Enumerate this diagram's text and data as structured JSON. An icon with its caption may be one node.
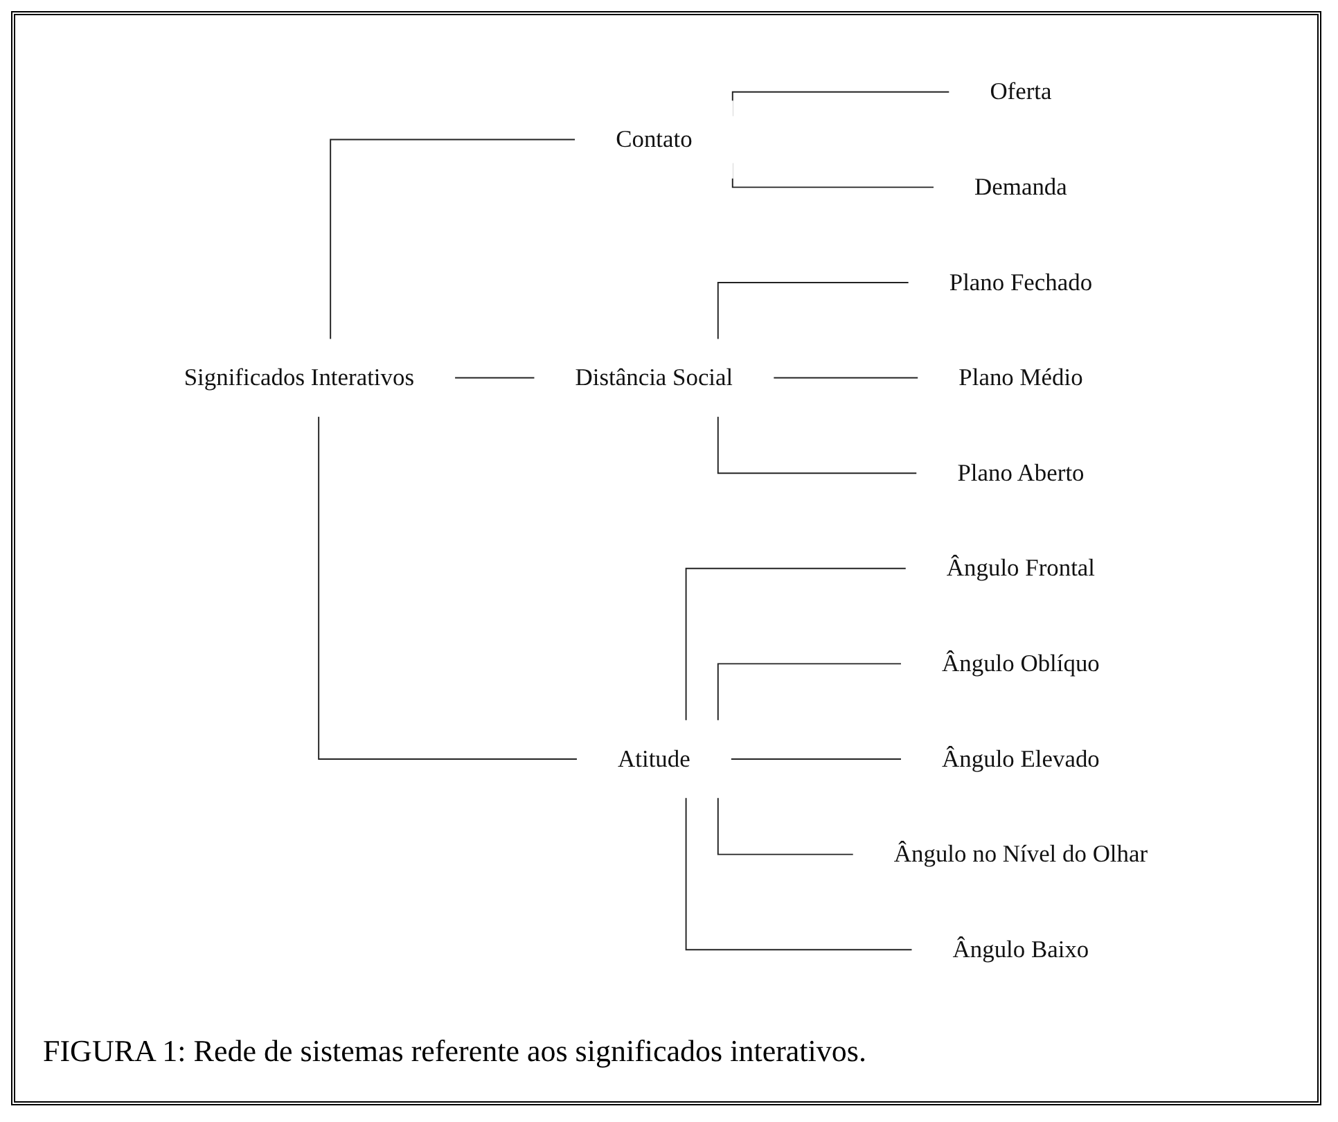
{
  "diagram": {
    "caption": "FIGURA 1: Rede de sistemas referente aos significados interativos.",
    "nodes": [
      {
        "text": [
          "Significados Interativos"
        ]
      },
      {
        "text": [
          "Contato"
        ]
      },
      {
        "text": [
          "Oferta"
        ]
      },
      {
        "text": [
          "Demanda"
        ]
      },
      {
        "text": [
          "Distância Social"
        ]
      },
      {
        "text": [
          "Plano Fechado"
        ]
      },
      {
        "text": [
          "Plano Médio"
        ]
      },
      {
        "text": [
          "Plano Aberto"
        ]
      },
      {
        "text": [
          "Atitude"
        ]
      },
      {
        "text": [
          "Ângulo Frontal"
        ]
      },
      {
        "text": [
          "Ângulo Oblíquo"
        ]
      },
      {
        "text": [
          "Ângulo Elevado"
        ]
      },
      {
        "text": [
          "Ângulo no Nível do Olhar"
        ]
      },
      {
        "text": [
          "Ângulo Baixo"
        ]
      }
    ],
    "edges": [
      {
        "from": 0,
        "to": 1,
        "arrow": "none"
      },
      {
        "from": 0,
        "to": 4,
        "arrow": "none"
      },
      {
        "from": 0,
        "to": 8,
        "arrow": "none"
      },
      {
        "from": 1,
        "to": 2,
        "arrow": "none"
      },
      {
        "from": 1,
        "to": 3,
        "arrow": "none"
      },
      {
        "from": 4,
        "to": 5,
        "arrow": "none"
      },
      {
        "from": 4,
        "to": 6,
        "arrow": "none"
      },
      {
        "from": 4,
        "to": 7,
        "arrow": "none"
      },
      {
        "from": 8,
        "to": 9,
        "arrow": "none"
      },
      {
        "from": 8,
        "to": 10,
        "arrow": "none"
      },
      {
        "from": 8,
        "to": 11,
        "arrow": "none"
      },
      {
        "from": 8,
        "to": 12,
        "arrow": "none"
      },
      {
        "from": 8,
        "to": 13,
        "arrow": "none"
      }
    ]
  }
}
